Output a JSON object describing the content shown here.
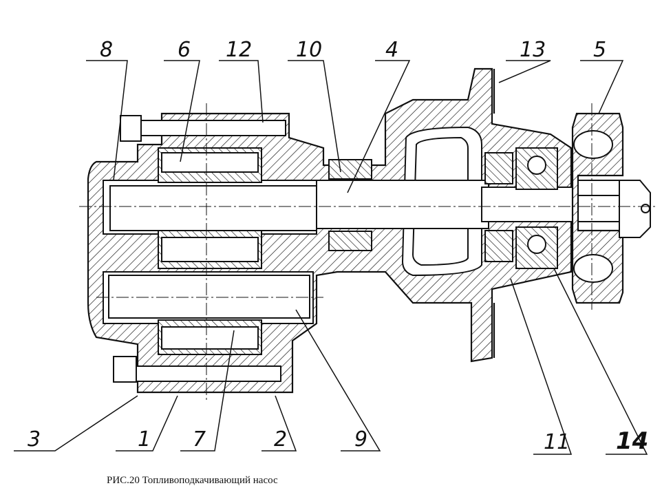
{
  "caption": "РИС.20 Топливоподкачивающий насос",
  "callouts": [
    {
      "id": "1",
      "label": "1"
    },
    {
      "id": "2",
      "label": "2"
    },
    {
      "id": "3",
      "label": "3"
    },
    {
      "id": "4",
      "label": "4"
    },
    {
      "id": "5",
      "label": "5"
    },
    {
      "id": "6",
      "label": "6"
    },
    {
      "id": "7",
      "label": "7"
    },
    {
      "id": "8",
      "label": "8"
    },
    {
      "id": "9",
      "label": "9"
    },
    {
      "id": "10",
      "label": "10"
    },
    {
      "id": "11",
      "label": "11"
    },
    {
      "id": "12",
      "label": "12"
    },
    {
      "id": "13",
      "label": "13"
    },
    {
      "id": "14",
      "label": "14"
    }
  ]
}
